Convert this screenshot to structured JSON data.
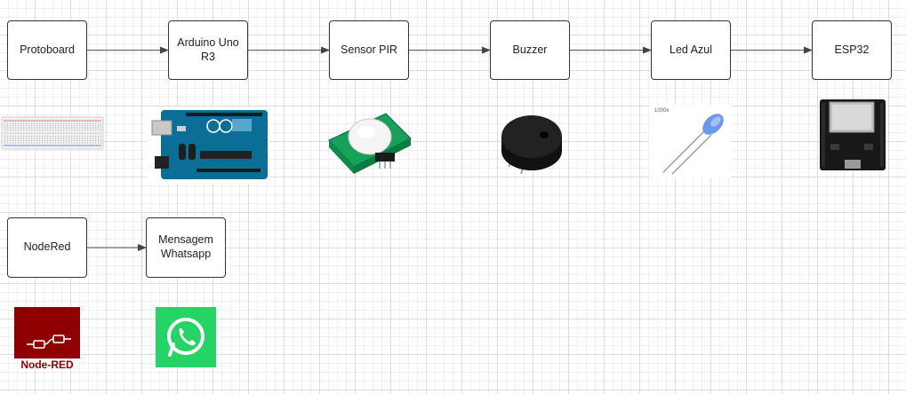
{
  "diagram": {
    "nodes": {
      "protoboard": "Protoboard",
      "arduino": "Arduino Uno\nR3",
      "pir": "Sensor PIR",
      "buzzer": "Buzzer",
      "led": "Led Azul",
      "esp32": "ESP32",
      "nodered": "NodeRed",
      "whatsapp": "Mensagem\nWhatsapp"
    },
    "edges": [
      [
        "protoboard",
        "arduino"
      ],
      [
        "arduino",
        "pir"
      ],
      [
        "pir",
        "buzzer"
      ],
      [
        "buzzer",
        "led"
      ],
      [
        "led",
        "esp32"
      ],
      [
        "nodered",
        "whatsapp"
      ]
    ],
    "images": {
      "led_marking": "1000k",
      "nodered_logo_text": "Node-RED"
    },
    "colors": {
      "arduino_board": "#0a6e97",
      "pir_board": "#16a05a",
      "nodered_brand": "#8f0000",
      "whatsapp_brand": "#25d366",
      "led_blue": "#5b8de8"
    }
  }
}
